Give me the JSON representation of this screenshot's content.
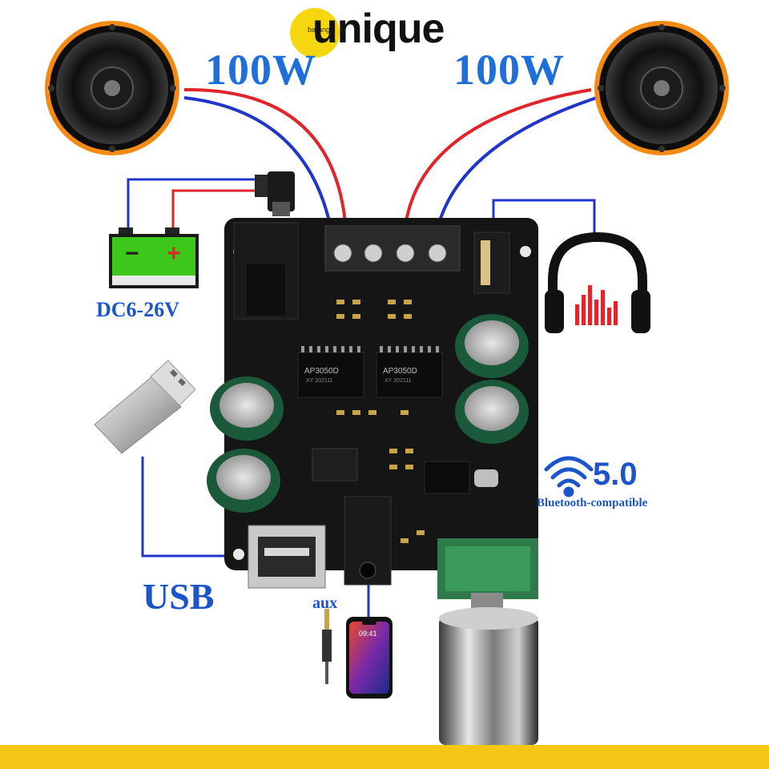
{
  "brand": {
    "small": "barang",
    "word": "unique"
  },
  "speakers": {
    "left_power": "100W",
    "right_power": "100W"
  },
  "power": {
    "label": "DC6-26V",
    "minus": "−",
    "plus": "+"
  },
  "usb": {
    "label": "USB"
  },
  "aux": {
    "label": "aux"
  },
  "bluetooth": {
    "version": "5.0",
    "text": "Bluetooth-compatible"
  },
  "chips": {
    "left": "AP3050D",
    "right": "AP3050D",
    "left_sub": "XY 202111",
    "right_sub": "XY 202111"
  },
  "phone": {
    "time": "09:41"
  },
  "colors": {
    "wire_red": "#e0262b",
    "wire_blue": "#2036c9",
    "label_blue": "#1c55c9",
    "accent_yellow": "#f5c518",
    "pcb": "#151515",
    "speaker_ring": "#f28a13"
  }
}
